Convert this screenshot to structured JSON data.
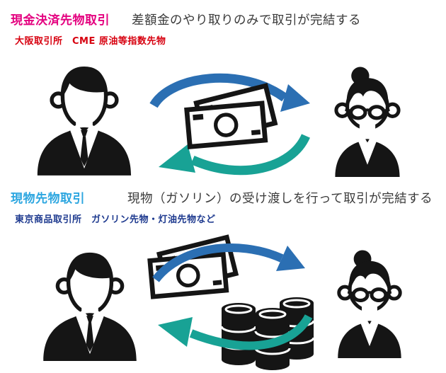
{
  "colors": {
    "cash-title": "#E4007F",
    "cash-exchanges": "#D7000F",
    "physical-title": "#2CA6E0",
    "physical-exchanges": "#1E3A8F",
    "body-text": "#3A3A3A",
    "arrow-blue": "#2B6FB3",
    "arrow-teal": "#18A295",
    "icon-black": "#151515"
  },
  "sections": [
    {
      "title": "現金決済先物取引",
      "description": "差額金のやり取りのみで取引が完結する",
      "exchanges": "大阪取引所　CME 原油等指数先物",
      "icons": [
        "businessman-icon",
        "money-exchange-cycle-icon",
        "businesswoman-icon"
      ]
    },
    {
      "title": "現物先物取引",
      "description": "現物（ガソリン）の受け渡しを行って取引が完結する",
      "exchanges": "東京商品取引所　ガソリン先物・灯油先物など",
      "icons": [
        "businessman-icon",
        "money-icon",
        "blue-arrow-right-icon",
        "oil-barrels-icon",
        "teal-arrow-left-icon",
        "businesswoman-icon"
      ]
    }
  ]
}
